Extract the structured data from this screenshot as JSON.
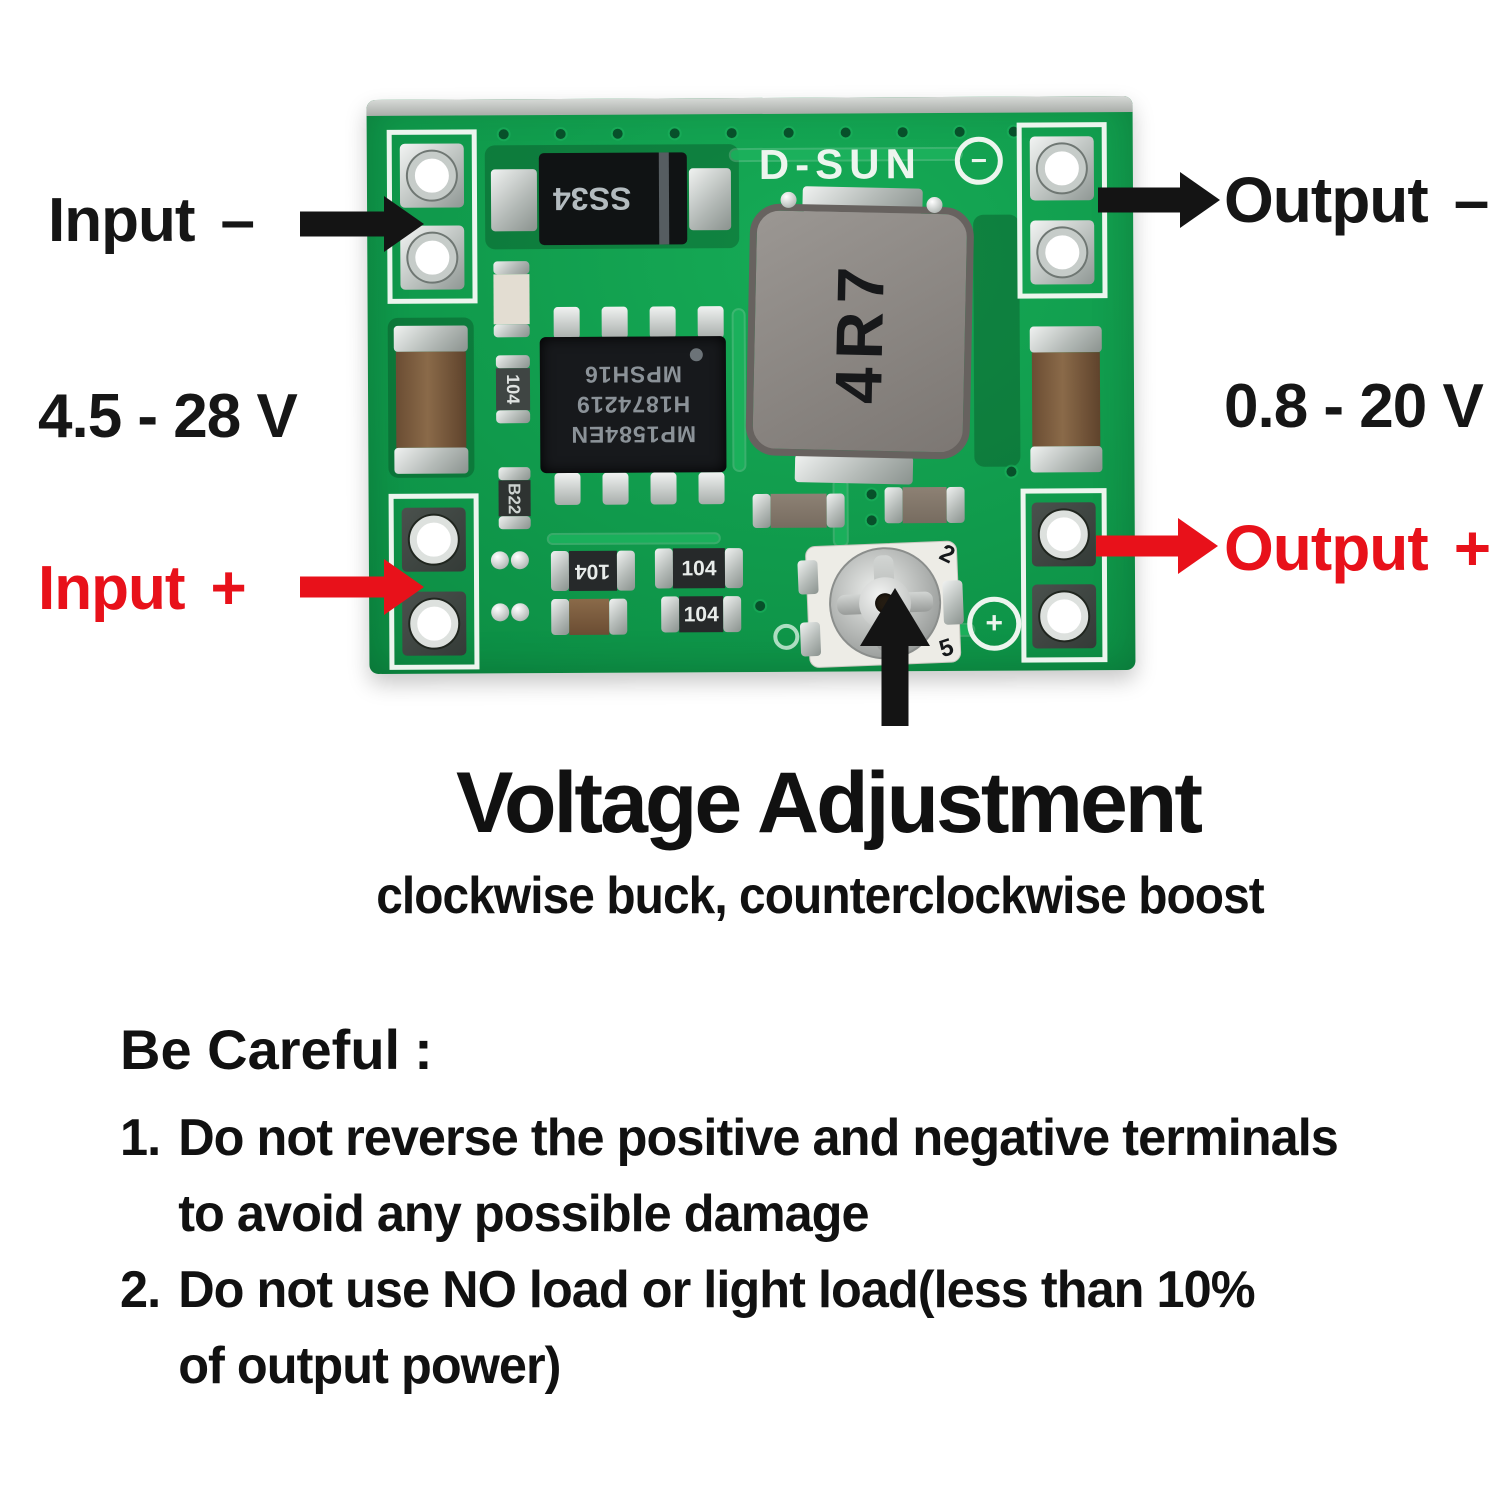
{
  "annotations": {
    "input_minus": {
      "text": "Input",
      "sign": "–"
    },
    "input_range": "4.5 - 28 V",
    "input_plus": {
      "text": "Input",
      "sign": "+"
    },
    "output_minus": {
      "text": "Output",
      "sign": "–"
    },
    "output_range": "0.8 - 20 V",
    "output_plus": {
      "text": "Output",
      "sign": "+"
    },
    "adjustment": {
      "title": "Voltage Adjustment",
      "subtitle": "clockwise buck, counterclockwise boost"
    },
    "caution": {
      "heading": "Be Careful",
      "colon": ":",
      "items": [
        {
          "num": "1.",
          "line1": "Do not reverse the positive and negative terminals",
          "line2": "to avoid any possible damage"
        },
        {
          "num": "2.",
          "line1": "Do not use NO load or light load(less than 10%",
          "line2": "of output power)"
        }
      ]
    }
  },
  "pcb": {
    "brand": "D-SUN",
    "minus_mark": "−",
    "plus_mark": "+",
    "diode_label": "SS34",
    "inductor_label": "4R7",
    "ic_marking": {
      "line1": "MP1584EN",
      "line2": "H1874219",
      "line3": "MPSH16"
    },
    "smd_labels": {
      "cap_vertical": "104",
      "b22": "B22",
      "res_flipped": "104",
      "res_a": "104",
      "res_b": "104"
    },
    "trimmer": {
      "pin_top": "2",
      "pin_bottom": "5"
    }
  },
  "colors": {
    "red_accent": "#e8111a",
    "text_black": "#161616",
    "board_green": "#0f9b4a",
    "silkscreen": "#ecf5ee"
  }
}
